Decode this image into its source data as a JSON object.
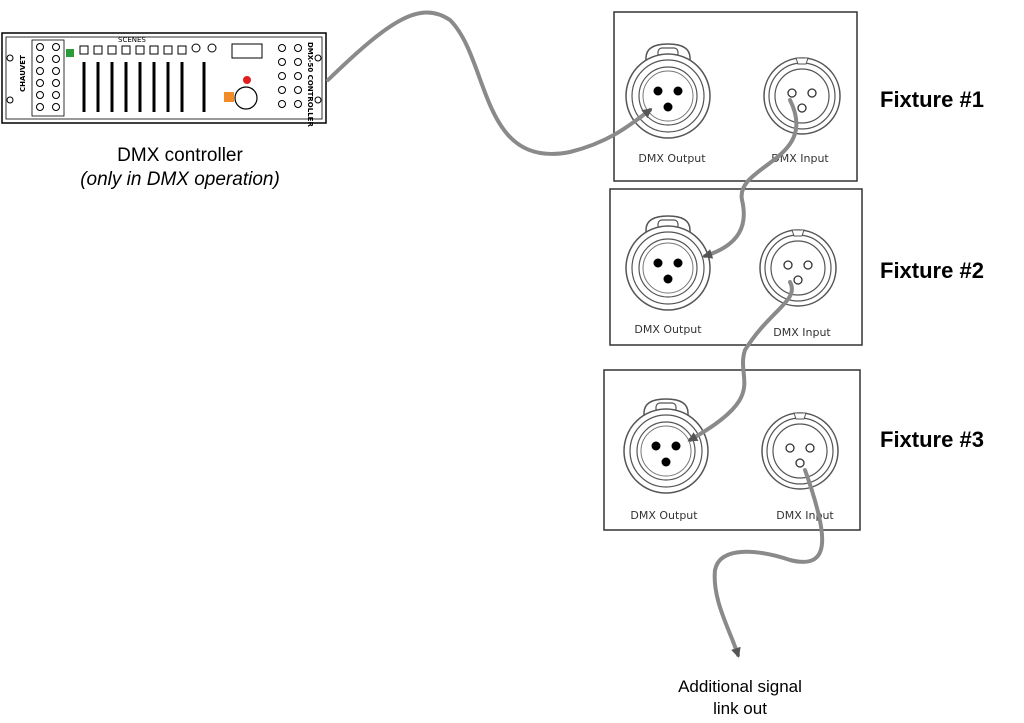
{
  "controller": {
    "caption": "DMX controller",
    "subcaption": "(only in DMX operation)",
    "brand": "CHAUVET",
    "model_label": "DMX-50 CONTROLLER",
    "scenes_label": "SCENES"
  },
  "fixtures": [
    {
      "label": "Fixture #1",
      "output_label": "DMX Output",
      "input_label": "DMX Input"
    },
    {
      "label": "Fixture #2",
      "output_label": "DMX Output",
      "input_label": "DMX Input"
    },
    {
      "label": "Fixture #3",
      "output_label": "DMX Output",
      "input_label": "DMX Input"
    }
  ],
  "link_out": {
    "line1": "Additional signal",
    "line2": "link out"
  },
  "colors": {
    "cable": "#8a8a8a",
    "panel_border": "#333333",
    "green_button": "#2e9b3a",
    "orange_button": "#f28c28",
    "red_button": "#e02020"
  }
}
